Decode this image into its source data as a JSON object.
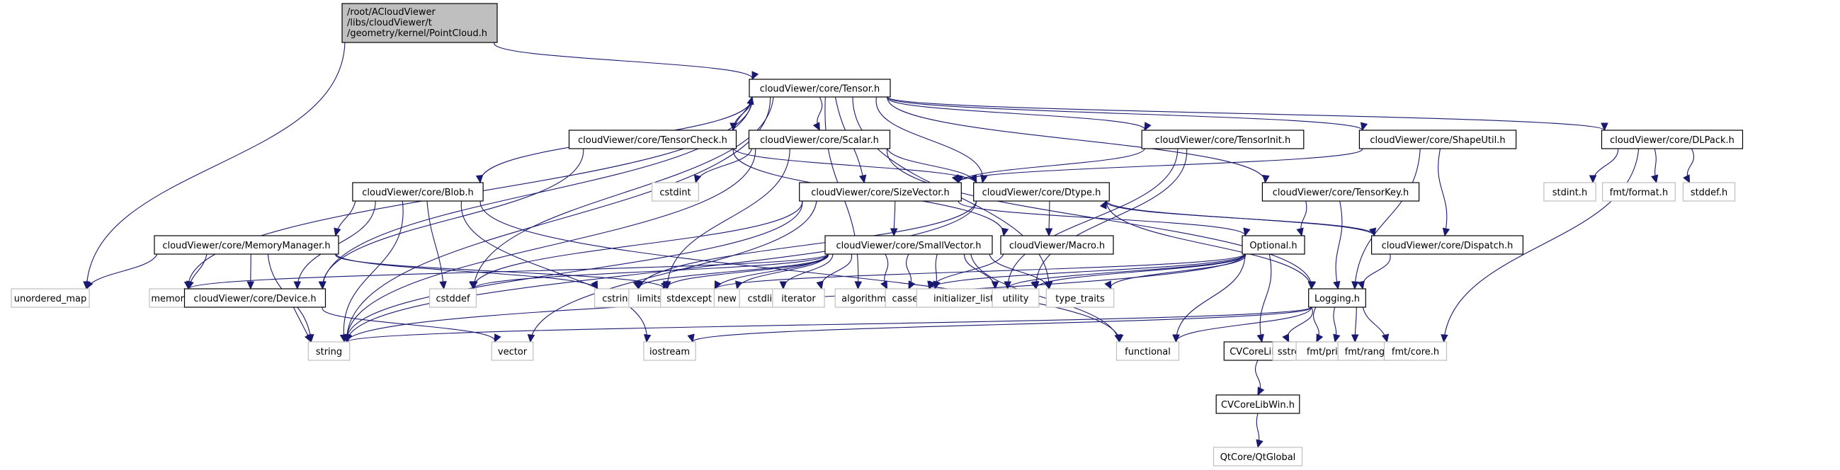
{
  "title": "Include dependency graph for PointCloud.h",
  "colors": {
    "edge": "#191970",
    "root_fill": "#bfbfbf",
    "project_border": "#000000",
    "system_border": "#bfbfbf"
  },
  "nodes": {
    "root": {
      "lines": [
        "/root/ACloudViewer",
        "/libs/cloudViewer/t",
        "/geometry/kernel/PointCloud.h"
      ],
      "kind": "root"
    },
    "tensor": {
      "label": "cloudViewer/core/Tensor.h",
      "kind": "proj"
    },
    "tensorcheck": {
      "label": "cloudViewer/core/TensorCheck.h",
      "kind": "proj"
    },
    "scalar": {
      "label": "cloudViewer/core/Scalar.h",
      "kind": "proj"
    },
    "tensorinit": {
      "label": "cloudViewer/core/TensorInit.h",
      "kind": "proj"
    },
    "shapeutil": {
      "label": "cloudViewer/core/ShapeUtil.h",
      "kind": "proj"
    },
    "dlpack": {
      "label": "cloudViewer/core/DLPack.h",
      "kind": "proj"
    },
    "blob": {
      "label": "cloudViewer/core/Blob.h",
      "kind": "proj"
    },
    "cstdint": {
      "label": "cstdint",
      "kind": "sys"
    },
    "sizevector": {
      "label": "cloudViewer/core/SizeVector.h",
      "kind": "proj"
    },
    "dtype": {
      "label": "cloudViewer/core/Dtype.h",
      "kind": "proj"
    },
    "tensorkey": {
      "label": "cloudViewer/core/TensorKey.h",
      "kind": "proj"
    },
    "stdint_h": {
      "label": "stdint.h",
      "kind": "sys"
    },
    "fmt_format": {
      "label": "fmt/format.h",
      "kind": "sys"
    },
    "stddef_h": {
      "label": "stddef.h",
      "kind": "sys"
    },
    "memorymanager": {
      "label": "cloudViewer/core/MemoryManager.h",
      "kind": "proj"
    },
    "smallvector": {
      "label": "cloudViewer/core/SmallVector.h",
      "kind": "proj"
    },
    "macro": {
      "label": "cloudViewer/Macro.h",
      "kind": "proj"
    },
    "optional": {
      "label": "Optional.h",
      "kind": "proj"
    },
    "dispatch": {
      "label": "cloudViewer/core/Dispatch.h",
      "kind": "proj"
    },
    "unordered_map": {
      "label": "unordered_map",
      "kind": "sys"
    },
    "memory": {
      "label": "memory",
      "kind": "sys"
    },
    "device": {
      "label": "cloudViewer/core/Device.h",
      "kind": "proj"
    },
    "cstddef": {
      "label": "cstddef",
      "kind": "sys"
    },
    "cstring": {
      "label": "cstring",
      "kind": "sys"
    },
    "limits": {
      "label": "limits",
      "kind": "sys"
    },
    "stdexcept": {
      "label": "stdexcept",
      "kind": "sys"
    },
    "new": {
      "label": "new",
      "kind": "sys"
    },
    "cstdlib": {
      "label": "cstdlib",
      "kind": "sys"
    },
    "iterator": {
      "label": "iterator",
      "kind": "sys"
    },
    "algorithm": {
      "label": "algorithm",
      "kind": "sys"
    },
    "cassert": {
      "label": "cassert",
      "kind": "sys"
    },
    "initializer_list": {
      "label": "initializer_list",
      "kind": "sys"
    },
    "utility": {
      "label": "utility",
      "kind": "sys"
    },
    "type_traits": {
      "label": "type_traits",
      "kind": "sys"
    },
    "logging": {
      "label": "Logging.h",
      "kind": "proj"
    },
    "string": {
      "label": "string",
      "kind": "sys"
    },
    "vector": {
      "label": "vector",
      "kind": "sys"
    },
    "iostream": {
      "label": "iostream",
      "kind": "sys"
    },
    "functional": {
      "label": "functional",
      "kind": "sys"
    },
    "cvcorelib": {
      "label": "CVCoreLib.h",
      "kind": "proj"
    },
    "sstream": {
      "label": "sstream",
      "kind": "sys"
    },
    "fmt_printf": {
      "label": "fmt/printf.h",
      "kind": "sys"
    },
    "fmt_ranges": {
      "label": "fmt/ranges.h",
      "kind": "sys"
    },
    "fmt_core": {
      "label": "fmt/core.h",
      "kind": "sys"
    },
    "cvcorelibwin": {
      "label": "CVCoreLibWin.h",
      "kind": "proj"
    },
    "qtglobal": {
      "label": "QtCore/QtGlobal",
      "kind": "sys"
    }
  },
  "edges": [
    [
      "root",
      "tensor"
    ],
    [
      "root",
      "unordered_map"
    ],
    [
      "tensor",
      "tensorcheck"
    ],
    [
      "tensorcheck",
      "tensor"
    ],
    [
      "tensor",
      "scalar"
    ],
    [
      "tensor",
      "tensorinit"
    ],
    [
      "tensor",
      "shapeutil"
    ],
    [
      "tensor",
      "dlpack"
    ],
    [
      "tensor",
      "blob"
    ],
    [
      "tensor",
      "sizevector"
    ],
    [
      "tensor",
      "dtype"
    ],
    [
      "tensor",
      "tensorkey"
    ],
    [
      "tensor",
      "device"
    ],
    [
      "tensor",
      "string"
    ],
    [
      "tensor",
      "memory"
    ],
    [
      "tensor",
      "cstddef"
    ],
    [
      "tensor",
      "algorithm"
    ],
    [
      "tensor",
      "type_traits"
    ],
    [
      "tensorcheck",
      "device"
    ],
    [
      "tensorcheck",
      "dtype"
    ],
    [
      "tensorcheck",
      "macro"
    ],
    [
      "scalar",
      "cstdint"
    ],
    [
      "scalar",
      "limits"
    ],
    [
      "scalar",
      "string"
    ],
    [
      "scalar",
      "dtype"
    ],
    [
      "scalar",
      "logging"
    ],
    [
      "tensorinit",
      "sizevector"
    ],
    [
      "tensorinit",
      "initializer_list"
    ],
    [
      "tensorinit",
      "utility"
    ],
    [
      "shapeutil",
      "sizevector"
    ],
    [
      "shapeutil",
      "dispatch"
    ],
    [
      "shapeutil",
      "logging"
    ],
    [
      "dlpack",
      "stdint_h"
    ],
    [
      "dlpack",
      "fmt_format"
    ],
    [
      "dlpack",
      "stddef_h"
    ],
    [
      "dlpack",
      "fmt_core"
    ],
    [
      "blob",
      "memorymanager"
    ],
    [
      "blob",
      "device"
    ],
    [
      "blob",
      "cstddef"
    ],
    [
      "blob",
      "string"
    ],
    [
      "blob",
      "iostream"
    ],
    [
      "blob",
      "functional"
    ],
    [
      "sizevector",
      "smallvector"
    ],
    [
      "sizevector",
      "cstddef"
    ],
    [
      "sizevector",
      "string"
    ],
    [
      "sizevector",
      "vector"
    ],
    [
      "sizevector",
      "optional"
    ],
    [
      "dtype",
      "macro"
    ],
    [
      "dtype",
      "dispatch"
    ],
    [
      "dispatch",
      "dtype"
    ],
    [
      "dtype",
      "cstring"
    ],
    [
      "dtype",
      "string"
    ],
    [
      "dtype",
      "logging"
    ],
    [
      "tensorkey",
      "optional"
    ],
    [
      "tensorkey",
      "logging"
    ],
    [
      "memorymanager",
      "unordered_map"
    ],
    [
      "memorymanager",
      "memory"
    ],
    [
      "memorymanager",
      "device"
    ],
    [
      "memorymanager",
      "string"
    ],
    [
      "memorymanager",
      "cstring"
    ],
    [
      "memorymanager",
      "stdexcept"
    ],
    [
      "smallvector",
      "memory"
    ],
    [
      "smallvector",
      "cstddef"
    ],
    [
      "smallvector",
      "cstring"
    ],
    [
      "smallvector",
      "limits"
    ],
    [
      "smallvector",
      "stdexcept"
    ],
    [
      "smallvector",
      "new"
    ],
    [
      "smallvector",
      "cstdlib"
    ],
    [
      "smallvector",
      "iterator"
    ],
    [
      "smallvector",
      "algorithm"
    ],
    [
      "smallvector",
      "cassert"
    ],
    [
      "smallvector",
      "initializer_list"
    ],
    [
      "smallvector",
      "utility"
    ],
    [
      "smallvector",
      "type_traits"
    ],
    [
      "smallvector",
      "functional"
    ],
    [
      "macro",
      "cassert"
    ],
    [
      "optional",
      "cassert"
    ],
    [
      "optional",
      "initializer_list"
    ],
    [
      "optional",
      "utility"
    ],
    [
      "optional",
      "type_traits"
    ],
    [
      "optional",
      "stdexcept"
    ],
    [
      "optional",
      "string"
    ],
    [
      "optional",
      "functional"
    ],
    [
      "dispatch",
      "logging"
    ],
    [
      "device",
      "string"
    ],
    [
      "device",
      "vector"
    ],
    [
      "logging",
      "string"
    ],
    [
      "logging",
      "functional"
    ],
    [
      "logging",
      "iostream"
    ],
    [
      "logging",
      "cvcorelib"
    ],
    [
      "logging",
      "sstream"
    ],
    [
      "logging",
      "fmt_printf"
    ],
    [
      "logging",
      "fmt_ranges"
    ],
    [
      "logging",
      "fmt_core"
    ],
    [
      "optional",
      "cvcorelib"
    ],
    [
      "cvcorelib",
      "cvcorelibwin"
    ],
    [
      "cvcorelibwin",
      "qtglobal"
    ]
  ]
}
